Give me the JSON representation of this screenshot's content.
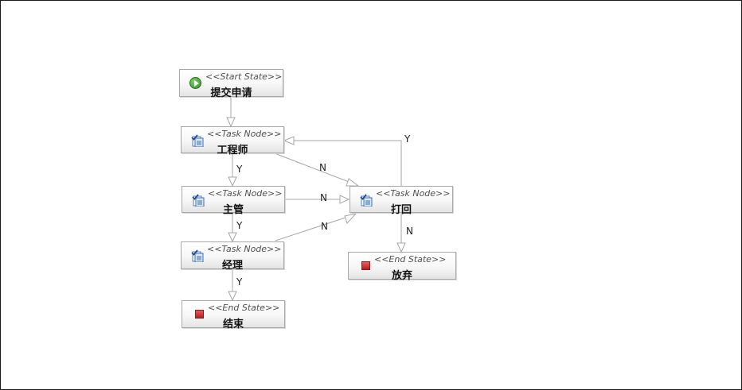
{
  "nodes": {
    "start": {
      "stereotype": "<<Start State>>",
      "label": "提交申请",
      "icon": "play-icon"
    },
    "engineer": {
      "stereotype": "<<Task Node>>",
      "label": "工程师",
      "icon": "task-checklist-icon"
    },
    "supervisor": {
      "stereotype": "<<Task Node>>",
      "label": "主管",
      "icon": "task-checklist-icon"
    },
    "manager": {
      "stereotype": "<<Task Node>>",
      "label": "经理",
      "icon": "task-checklist-icon"
    },
    "end": {
      "stereotype": "<<End State>>",
      "label": "结束",
      "icon": "stop-icon"
    },
    "reject": {
      "stereotype": "<<Task Node>>",
      "label": "打回",
      "icon": "task-checklist-icon"
    },
    "abandon": {
      "stereotype": "<<End State>>",
      "label": "放弃",
      "icon": "stop-icon"
    }
  },
  "edges": {
    "start_to_engineer": "",
    "engineer_to_supervisor": "Y",
    "supervisor_to_manager": "Y",
    "manager_to_end": "Y",
    "engineer_to_reject": "N",
    "supervisor_to_reject": "N",
    "manager_to_reject": "N",
    "reject_to_engineer": "Y",
    "reject_to_abandon": "N"
  },
  "colors": {
    "node_border": "#a9a9a9",
    "edge": "#a7a7a7",
    "start_icon": "#2f8f25",
    "end_icon": "#b61e1e",
    "task_icon": "#3a6fb0"
  }
}
